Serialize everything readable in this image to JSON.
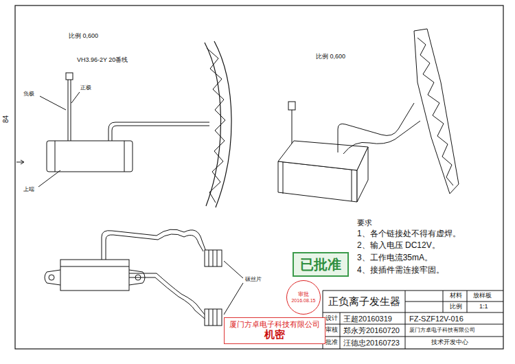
{
  "diagram": {
    "title": "正负离子发生器",
    "nodes": [
      {
        "text": [
          "已批准"
        ]
      },
      {
        "text": [
          "审批",
          "2016.08.15"
        ]
      },
      {
        "text": [
          "厦门方卓电子科技有限公司",
          "机密"
        ]
      }
    ],
    "labels": [
      "比例 0,600",
      "VH3.96-2Y 20番线",
      "负极",
      "正极",
      "84",
      "上端",
      "比例 0,600",
      "碳丝片",
      "要求",
      "1、各个链接处不得有虚焊。",
      "2、输入电压 DC12V。",
      "3、工作电流35mA。",
      "4、接插件需连接牢固。",
      "材料",
      "放样板",
      "比例",
      "1:1",
      "设计",
      "王超20160319",
      "FZ-SZF12V-016",
      "审核",
      "郑永芳20160720",
      "厦门方卓电子科技有限公司",
      "批准",
      "汪德忠20160723",
      "技术开发中心"
    ]
  }
}
